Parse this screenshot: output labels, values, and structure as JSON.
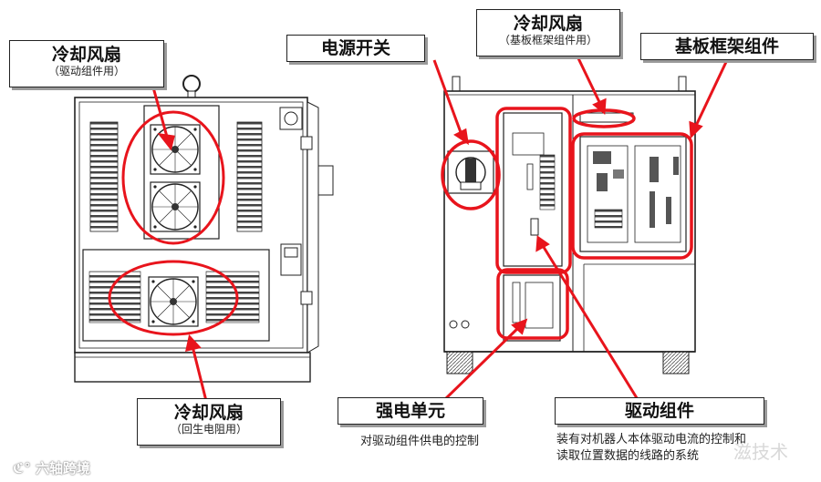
{
  "labels": {
    "fan_drive": {
      "title": "冷却风扇",
      "sub": "（驱动组件用）"
    },
    "fan_regen": {
      "title": "冷却风扇",
      "sub": "（回生电阻用）"
    },
    "power_switch": {
      "title": "电源开关"
    },
    "fan_board": {
      "title": "冷却风扇",
      "sub": "（基板框架组件用）"
    },
    "board_frame": {
      "title": "基板框架组件"
    },
    "power_unit": {
      "title": "强电单元",
      "desc": "对驱动组件供电的控制"
    },
    "drive_unit": {
      "title": "驱动组件",
      "desc_line1": "装有对机器人本体驱动电流的控制和",
      "desc_line2": "读取位置数据的线路的系统"
    }
  },
  "watermark": {
    "left": "六轴跨境",
    "right": "滋技术"
  },
  "colors": {
    "highlight": "#e8141c",
    "line": "#1a1a1a"
  }
}
